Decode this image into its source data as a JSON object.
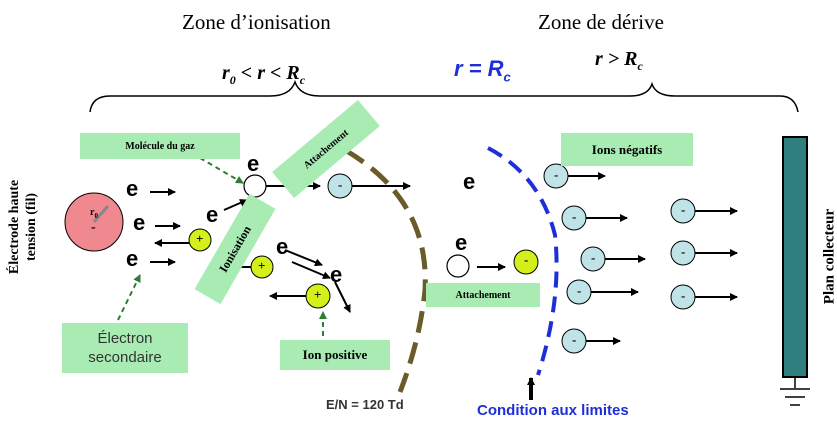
{
  "zones": {
    "ionisation": "Zone d’ionisation",
    "derive": "Zone de dérive"
  },
  "conditions": {
    "ionisation_r0": "r",
    "ionisation_r0_sub": "0",
    "ionisation_mid": " < r < R",
    "ionisation_sub": "c",
    "boundary_main": "r = R",
    "boundary_sub": "c",
    "drift_main": "r > R",
    "drift_sub": "c"
  },
  "labels": {
    "molecule": "Molécule du gaz",
    "attachement_top": "Attachement",
    "ionisation": "Ionisation",
    "ions_negatifs": "Ions négatifs",
    "attachement_mid": "Attachement",
    "ion_positive": "Ion positive",
    "electron_secondaire_1": "Électron",
    "electron_secondaire_2": "secondaire",
    "electrode_1": "Électrode haute",
    "electrode_2": "tension (fil)",
    "plan_collecteur": "Plan collecteur",
    "en_value": "E/N = 120 Td",
    "condition_limites": "Condition aux limites",
    "r0_mark": "r",
    "r0_sub": "0"
  },
  "symbols": {
    "electron": "e",
    "negative": "-",
    "positive": "+"
  },
  "colors": {
    "label_bg": "#a8ecb4",
    "boundary_blue": "#1f2fd8",
    "ionisation_dash": "#6b5a2a",
    "electrode_fill": "#f08890",
    "negative_ion": "#bfe3e6",
    "positive_ion": "#d4ef1a",
    "collector": "#2f7f7f"
  }
}
